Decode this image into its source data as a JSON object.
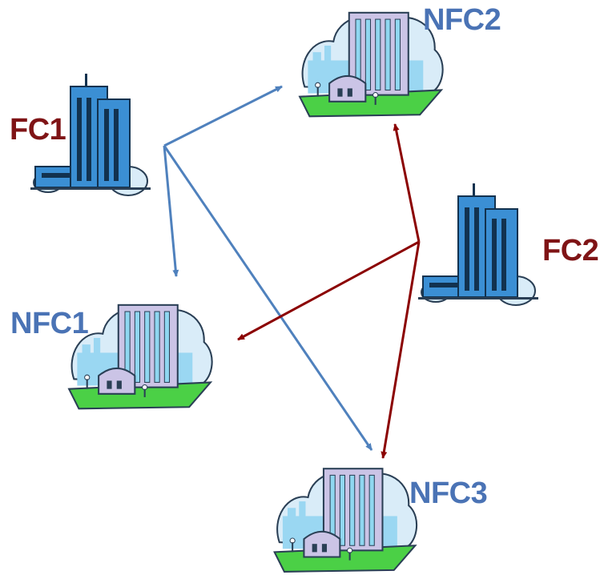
{
  "colors": {
    "fc_label": "#7f1416",
    "nfc_label": "#4a73b5",
    "fc1_arrows": "#4f81bd",
    "fc2_arrows": "#8b0000",
    "tower_blue": "#3b8fd4",
    "tower_dark": "#12324f",
    "office_lavender": "#cbc4e6",
    "office_window": "#8fd7f0",
    "cloud": "#d9ecf8",
    "city_sky": "#9ad7f2",
    "lawn": "#4bd046"
  },
  "nodes": {
    "fc1": {
      "label": "FC1",
      "kind": "fc",
      "icon": "skyscraper-icon"
    },
    "fc2": {
      "label": "FC2",
      "kind": "fc",
      "icon": "skyscraper-icon"
    },
    "nfc1": {
      "label": "NFC1",
      "kind": "nfc",
      "icon": "office-building-icon"
    },
    "nfc2": {
      "label": "NFC2",
      "kind": "nfc",
      "icon": "office-building-icon"
    },
    "nfc3": {
      "label": "NFC3",
      "kind": "nfc",
      "icon": "office-building-icon"
    }
  },
  "edges": [
    {
      "from": "fc1",
      "to": "nfc2"
    },
    {
      "from": "fc1",
      "to": "nfc1"
    },
    {
      "from": "fc1",
      "to": "nfc3"
    },
    {
      "from": "fc2",
      "to": "nfc2"
    },
    {
      "from": "fc2",
      "to": "nfc1"
    },
    {
      "from": "fc2",
      "to": "nfc3"
    }
  ]
}
